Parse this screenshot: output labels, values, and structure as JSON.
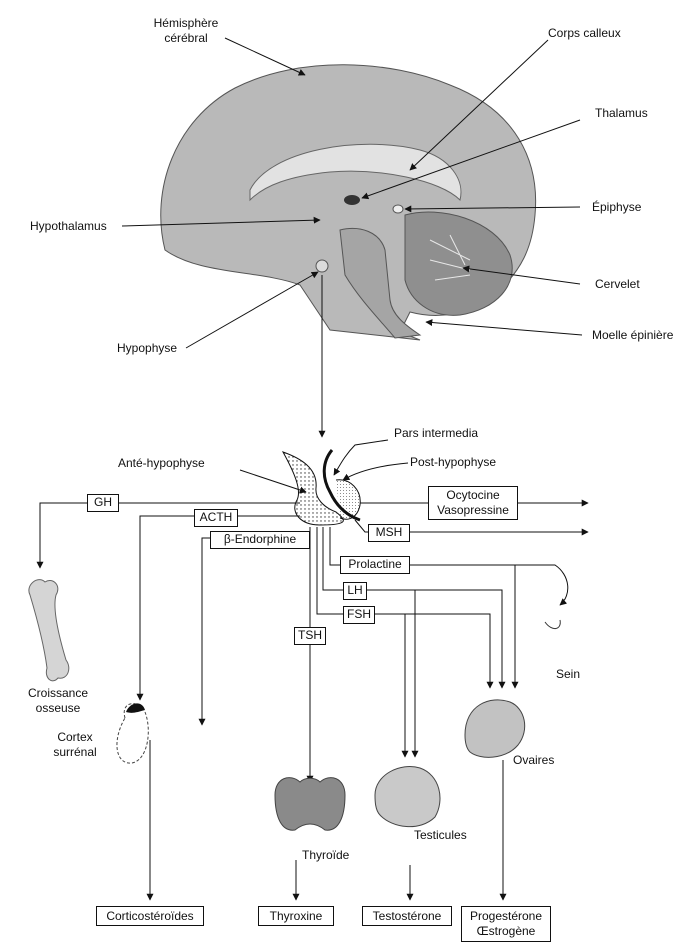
{
  "brain": {
    "hemisphere": "Hémisphère\ncérébral",
    "corpus_callosum": "Corps calleux",
    "thalamus": "Thalamus",
    "hypothalamus": "Hypothalamus",
    "epiphysis": "Épiphyse",
    "cerebellum": "Cervelet",
    "spinal_cord": "Moelle épinière",
    "pituitary": "Hypophyse"
  },
  "pituitary": {
    "pars_intermedia": "Pars intermedia",
    "anterior": "Anté-hypophyse",
    "posterior": "Post-hypophyse"
  },
  "hormones": {
    "gh": "GH",
    "acth": "ACTH",
    "endorphin": "β-Endorphine",
    "ocytocin": "Ocytocine\nVasopressine",
    "msh": "MSH",
    "prolactin": "Prolactine",
    "lh": "LH",
    "fsh": "FSH",
    "tsh": "TSH"
  },
  "targets": {
    "bone": "Croissance\nosseuse",
    "adrenal": "Cortex\nsurrénal",
    "thyroid": "Thyroïde",
    "testes": "Testicules",
    "ovaries": "Ovaires",
    "breast": "Sein"
  },
  "products": {
    "corticosteroids": "Corticostéroïdes",
    "thyroxine": "Thyroxine",
    "testosterone": "Testostérone",
    "progesterone": "Progestérone\nŒstrogène"
  }
}
